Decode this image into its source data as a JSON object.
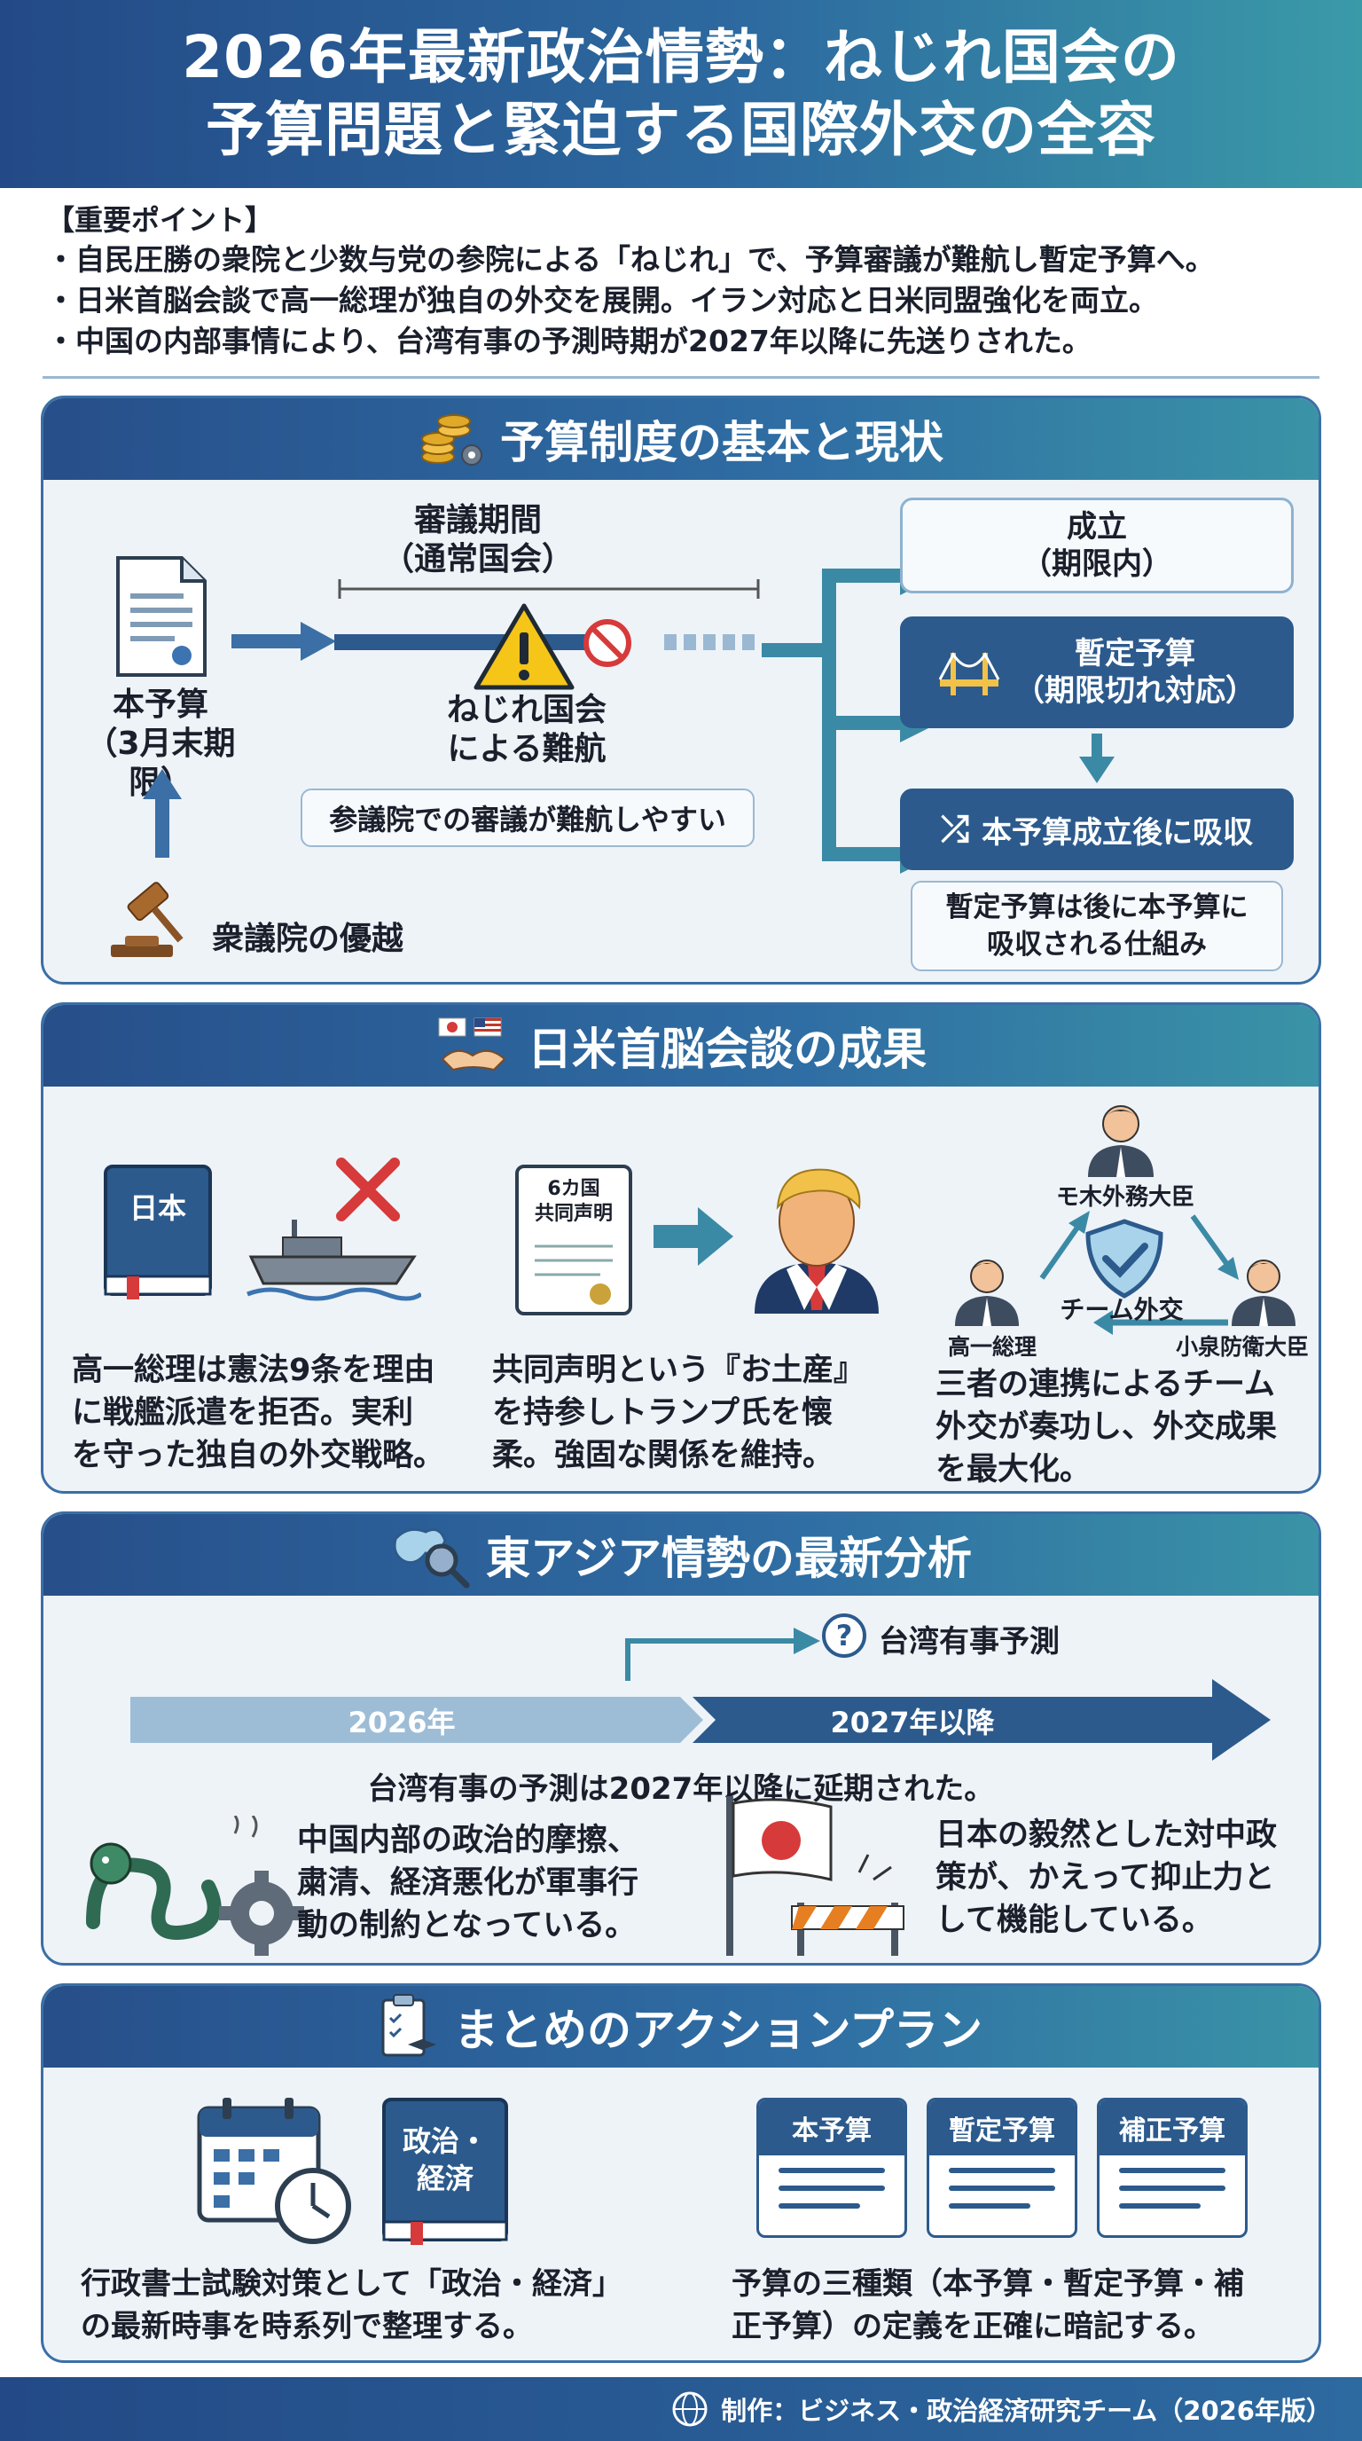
{
  "header": {
    "title_line1": "2026年最新政治情勢：ねじれ国会の",
    "title_line2": "予算問題と緊迫する国際外交の全容"
  },
  "key_points": {
    "title": "【重要ポイント】",
    "items": [
      "・自民圧勝の衆院と少数与党の参院による「ねじれ」で、予算審議が難航し暫定予算へ。",
      "・日米首脳会談で高一総理が独自の外交を展開。イラン対応と日米同盟強化を両立。",
      "・中国の内部事情により、台湾有事の予測時期が2027年以降に先送りされた。"
    ]
  },
  "budget": {
    "heading": "予算制度の基本と現状",
    "main_budget_line1": "本予算",
    "main_budget_line2": "（3月末期限）",
    "lower_house": "衆議院の優越",
    "period_line1": "審議期間",
    "period_line2": "（通常国会）",
    "twisted_line1": "ねじれ国会",
    "twisted_line2": "による難航",
    "note_upper": "参議院での審議が難航しやすい",
    "passed_line1": "成立",
    "passed_line2": "（期限内）",
    "provisional_line1": "暫定予算",
    "provisional_line2": "（期限切れ対応）",
    "absorbed": "本予算成立後に吸収",
    "absorb_note_line1": "暫定予算は後に本予算に",
    "absorb_note_line2": "吸収される仕組み"
  },
  "summit": {
    "heading": "日米首脳会談の成果",
    "book_label": "日本",
    "scroll_line1": "6カ国",
    "scroll_line2": "共同声明",
    "col1_line1": "高一総理は憲法9条を理由",
    "col1_line2": "に戦艦派遣を拒否。実利",
    "col1_line3": "を守った独自の外交戦略。",
    "col2_line1": "共同声明という『お土産』",
    "col2_line2": "を持参しトランプ氏を懐",
    "col2_line3": "柔。強固な関係を維持。",
    "foreign_minister": "モ木外務大臣",
    "team": "チーム外交",
    "prime_minister": "高一総理",
    "defense_minister": "小泉防衛大臣",
    "col3_line1": "三者の連携によるチーム",
    "col3_line2": "外交が奏功し、外交成果",
    "col3_line3": "を最大化。"
  },
  "east_asia": {
    "heading": "東アジア情勢の最新分析",
    "forecast_label": "台湾有事予測",
    "year_from": "2026年",
    "year_to": "2027年以降",
    "delay_note": "台湾有事の予測は2027年以降に延期された。",
    "china_line1": "中国内部の政治的摩擦、",
    "china_line2": "粛清、経済悪化が軍事行",
    "china_line3": "動の制約となっている。",
    "japan_line1": "日本の毅然とした対中政",
    "japan_line2": "策が、かえって抑止力と",
    "japan_line3": "して機能している。"
  },
  "action": {
    "heading": "まとめのアクションプラン",
    "book_label_line1": "政治・",
    "book_label_line2": "経済",
    "left_line1": "行政書士試験対策として「政治・経済」",
    "left_line2": "の最新時事を時系列で整理する。",
    "card1": "本予算",
    "card2": "暫定予算",
    "card3": "補正予算",
    "right_line1": "予算の三種類（本予算・暫定予算・補",
    "right_line2": "正予算）の定義を正確に暗記する。"
  },
  "footer": {
    "credit": "制作：ビジネス・政治経済研究チーム（2026年版）"
  },
  "colors": {
    "primary": "#2c5a8c",
    "accent_teal": "#3a93a6",
    "warning_yellow": "#f5c518",
    "alert_red": "#d63a3a"
  }
}
